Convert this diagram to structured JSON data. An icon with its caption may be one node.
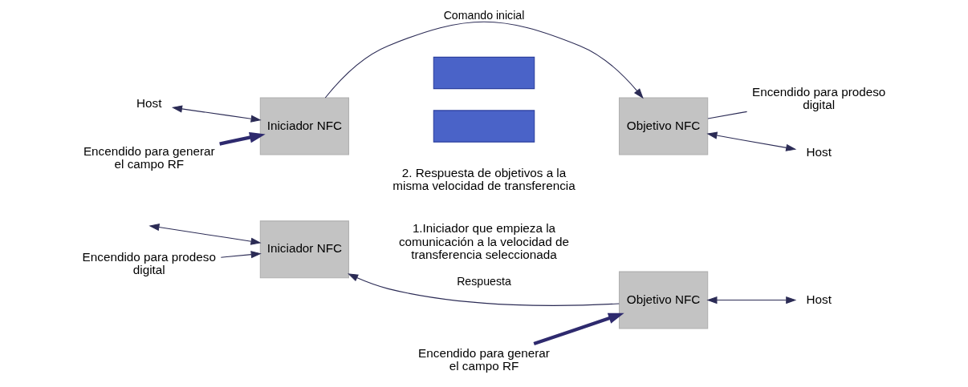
{
  "diagram": {
    "nodes": [
      {
        "text": [
          "Host"
        ]
      },
      {
        "text": [
          "Iniciador NFC"
        ]
      },
      {
        "text": [],
        "shape": "bar"
      },
      {
        "text": [
          "Objetivo NFC"
        ]
      },
      {
        "text": [
          "Host"
        ]
      },
      {
        "text": [
          "Encendido para generar el campo RF"
        ]
      },
      {
        "text": [
          "Encendido para prodeso digital"
        ]
      },
      {
        "text": [],
        "shape": "bar"
      },
      {
        "text": [
          "Iniciador NFC"
        ]
      },
      {
        "text": [
          "Objetivo NFC"
        ]
      },
      {
        "text": [
          "Host"
        ]
      },
      {
        "text": [
          "Encendido para prodeso digital"
        ]
      },
      {
        "text": [
          "Encendido para generar el campo RF"
        ]
      }
    ],
    "edges": [
      {
        "from": 0,
        "to": 1,
        "arrow": "both"
      },
      {
        "from": 1,
        "to": 3,
        "arrow": "to",
        "label": "Comando inicial"
      },
      {
        "from": 3,
        "to": 4,
        "arrow": "both"
      },
      {
        "from": 5,
        "to": 1,
        "arrow": "to",
        "style": "thick"
      },
      {
        "from": 3,
        "to": 6,
        "arrow": "none"
      },
      {
        "from": null,
        "to": 8,
        "arrow": "both"
      },
      {
        "from": 9,
        "to": 8,
        "arrow": "to",
        "label": "Respuesta"
      },
      {
        "from": 9,
        "to": 10,
        "arrow": "both"
      },
      {
        "from": 11,
        "to": 8,
        "arrow": "to"
      },
      {
        "from": 12,
        "to": 9,
        "arrow": "to",
        "style": "thick"
      }
    ],
    "labels": [
      "1.Iniciador que empieza la comunicación a la velocidad de transferencia seleccionada",
      "2. Respuesta de objetivos a la misma velocidad de transferencia"
    ]
  }
}
